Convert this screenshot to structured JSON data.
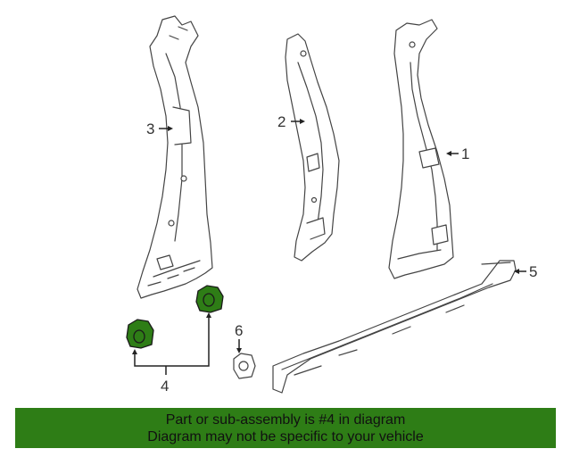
{
  "callouts": {
    "c1": "1",
    "c2": "2",
    "c3": "3",
    "c4": "4",
    "c5": "5",
    "c6": "6"
  },
  "banner": {
    "line1": "Part or sub-assembly is #4 in diagram",
    "line2": "Diagram may not be specific to your vehicle"
  },
  "colors": {
    "highlight_part": "#2e7d16",
    "banner_background": "#2e7d16",
    "line_art": "#444444"
  }
}
